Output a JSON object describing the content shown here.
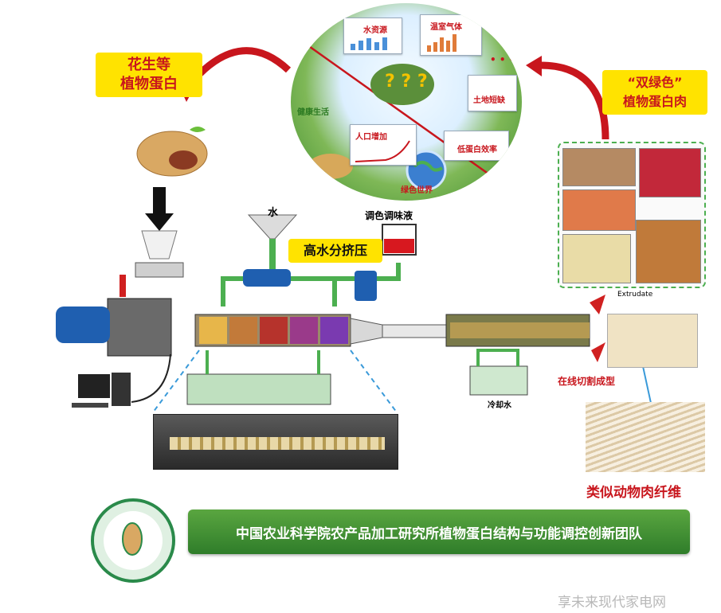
{
  "labels": {
    "peanut_protein": "花生等\n植物蛋白",
    "double_green": "“双绿色”\n植物蛋白肉",
    "water": "水",
    "seasoning": "调色调味液",
    "high_moisture": "高水分挤压",
    "cooling_water": "冷却水",
    "online_cutting": "在线切割成型",
    "extrudate": "Extrudate",
    "fiber": "类似动物肉纤维"
  },
  "circle": {
    "water_resources": "水资源",
    "greenhouse_gas": "温室气体",
    "healthy_life": "健康生活",
    "land_shortage": "土地短缺",
    "population_growth": "人口增加",
    "low_protein_efficiency": "低蛋白效率",
    "green_world": "绿色世界",
    "ellipsis": "• • •",
    "question_marks": "? ? ?"
  },
  "banner": "中国农业科学院农产品加工研究所植物蛋白结构与功能调控创新团队",
  "watermark": "享未来现代家电网",
  "colors": {
    "red": "#c8161d",
    "yellow": "#ffe300",
    "green": "#3e9a3a",
    "pipe_green": "#4caf50",
    "blue_motor": "#1f5fb0"
  }
}
